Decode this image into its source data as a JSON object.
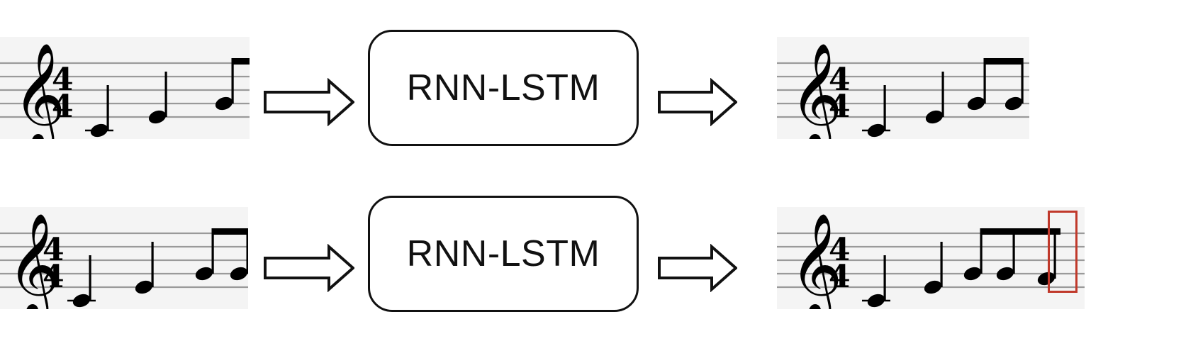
{
  "figure": {
    "type": "block-diagram",
    "title_visible": false,
    "background_color": "#ffffff",
    "rows": [
      {
        "name": "top-row",
        "input_score": "score-input-top",
        "process": "RNN-LSTM",
        "output_score": "score-output-top",
        "highlight": false
      },
      {
        "name": "bottom-row",
        "input_score": "score-input-bottom",
        "process": "RNN-LSTM",
        "output_score": "score-output-bottom",
        "highlight": true
      }
    ]
  },
  "process": {
    "label": "RNN-LSTM",
    "shape": "rounded-rectangle",
    "border_color": "#111111",
    "fill_color": "#ffffff"
  },
  "arrows": {
    "icon": "block-arrow-right-icon",
    "style": "hollow-outline",
    "fill_color": "#ffffff",
    "stroke_color": "#111111",
    "direction": "right"
  },
  "highlight": {
    "name": "generated-note-highlight",
    "color": "#c0392b",
    "shape": "rectangle-outline",
    "target": "last-eighth-note"
  },
  "scores": {
    "panel_background": "#f4f4f4",
    "staff_line_color": "#9a9a9a",
    "note_color": "#000000",
    "clef": "treble-clef",
    "time_signature": "4/4",
    "input_top": {
      "name": "score-input-top",
      "clef": "treble-clef",
      "time_signature": "4/4",
      "notes": [
        {
          "pitch": "C4",
          "duration": "quarter",
          "ledger_line": true
        },
        {
          "pitch": "E4",
          "duration": "quarter",
          "ledger_line": false
        },
        {
          "pitch": "G4",
          "duration": "eighth",
          "beamed": true,
          "clipped": true
        }
      ],
      "clipped_at_right": true
    },
    "output_top": {
      "name": "score-output-top",
      "clef": "treble-clef",
      "time_signature": "4/4",
      "notes": [
        {
          "pitch": "C4",
          "duration": "quarter",
          "ledger_line": true
        },
        {
          "pitch": "E4",
          "duration": "quarter",
          "ledger_line": false
        },
        {
          "pitch": "G4",
          "duration": "eighth",
          "beamed": true
        },
        {
          "pitch": "G4",
          "duration": "eighth",
          "beamed": true
        }
      ],
      "clipped_at_right": false
    },
    "input_bottom": {
      "name": "score-input-bottom",
      "clef": "treble-clef",
      "time_signature": "4/4",
      "notes": [
        {
          "pitch": "C4",
          "duration": "quarter",
          "ledger_line": true
        },
        {
          "pitch": "E4",
          "duration": "quarter",
          "ledger_line": false
        },
        {
          "pitch": "G4",
          "duration": "eighth",
          "beamed": true
        },
        {
          "pitch": "G4",
          "duration": "eighth",
          "beamed": true,
          "clipped": true
        }
      ],
      "clipped_at_right": true
    },
    "output_bottom": {
      "name": "score-output-bottom",
      "clef": "treble-clef",
      "time_signature": "4/4",
      "notes": [
        {
          "pitch": "C4",
          "duration": "quarter",
          "ledger_line": true
        },
        {
          "pitch": "E4",
          "duration": "quarter",
          "ledger_line": false
        },
        {
          "pitch": "G4",
          "duration": "eighth",
          "beamed": true
        },
        {
          "pitch": "G4",
          "duration": "eighth",
          "beamed": true
        },
        {
          "pitch": "F4",
          "duration": "eighth",
          "beamed": true,
          "highlighted": true
        }
      ],
      "clipped_at_right": false
    }
  },
  "glyphs": {
    "treble_clef": "𝄞",
    "time_sig_numerator": "4",
    "time_sig_denominator": "4"
  }
}
